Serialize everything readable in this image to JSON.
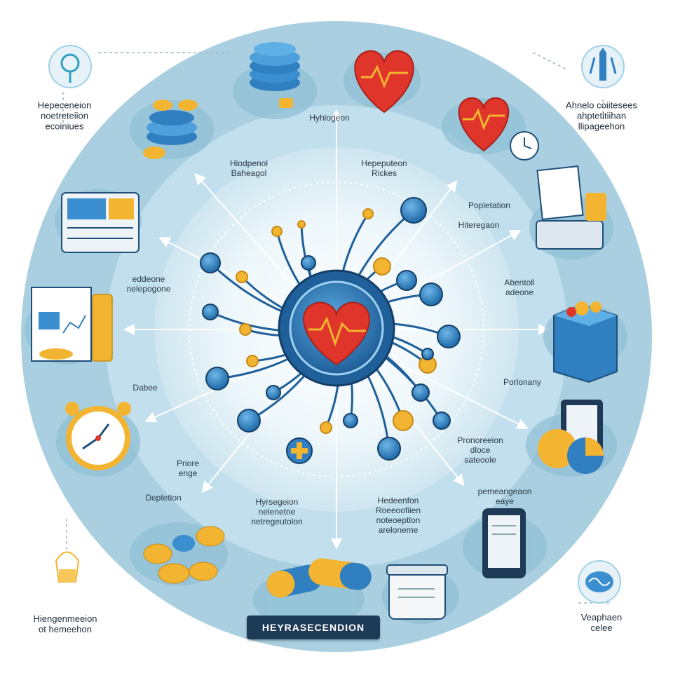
{
  "colors": {
    "background": "#ffffff",
    "outer_ring": "#a9cfe0",
    "mid_ring": "#c6e2ee",
    "inner_glow": "#eef7fb",
    "hub_blue": "#2f7fc1",
    "heart_red": "#e0352b",
    "coin_gold": "#f2b431",
    "banner_bg": "#1d3a57"
  },
  "labels": {
    "top_center": "Hyhlogeon",
    "top_left_inner": [
      "Hiodpenol",
      "Baheagol"
    ],
    "top_right_inner": [
      "Hepeputeon",
      "Rickes"
    ],
    "right_upper_1": "Popletation",
    "right_upper_2": "Hiteregaon",
    "right_middle": [
      "Abentoll",
      "adeone"
    ],
    "right_lower": "Porlonany",
    "right_bottom_1": [
      "Pronoreeion",
      "dloce",
      "sateoole"
    ],
    "right_bottom_2": [
      "pemeangeaon",
      "eaye"
    ],
    "bottom_right_inner": [
      "Hedeenfon",
      "Roeeoofiien",
      "noteoeptlon",
      "areloneme"
    ],
    "bottom_left_inner": [
      "Hyrsegeion",
      "nelenetne",
      "netregeutolon"
    ],
    "left_lower": "Deptetion",
    "left_lower_2": [
      "Priore",
      "enge"
    ],
    "left_middle": "Dabee",
    "left_upper": [
      "eddeone",
      "nelepogone"
    ]
  },
  "corners": {
    "top_left": [
      "Hepeceneion",
      "noetreteiion",
      "ecoiniues"
    ],
    "top_right": [
      "Ahnelo coiitesees",
      "ahptetitiihan",
      "llipageehon"
    ],
    "bottom_left": [
      "Hiengenmeeion",
      "ot hemeehon"
    ],
    "bottom_right": [
      "Veaphaen",
      "celee"
    ]
  },
  "banner": "HEYRASECENDION",
  "icons": [
    "heart-rate-icon",
    "pill-stack-icon",
    "coin-stack-icon",
    "medical-cabinet-icon",
    "document-chart-icon",
    "alarm-clock-icon",
    "coins-icon",
    "capsule-icon",
    "medicine-jar-icon",
    "tablet-device-icon",
    "pie-chart-icon",
    "parcel-box-icon",
    "receipt-register-icon",
    "heart-clock-icon",
    "brain-icon",
    "flask-icon",
    "stethoscope-icon",
    "molecule-icon"
  ]
}
